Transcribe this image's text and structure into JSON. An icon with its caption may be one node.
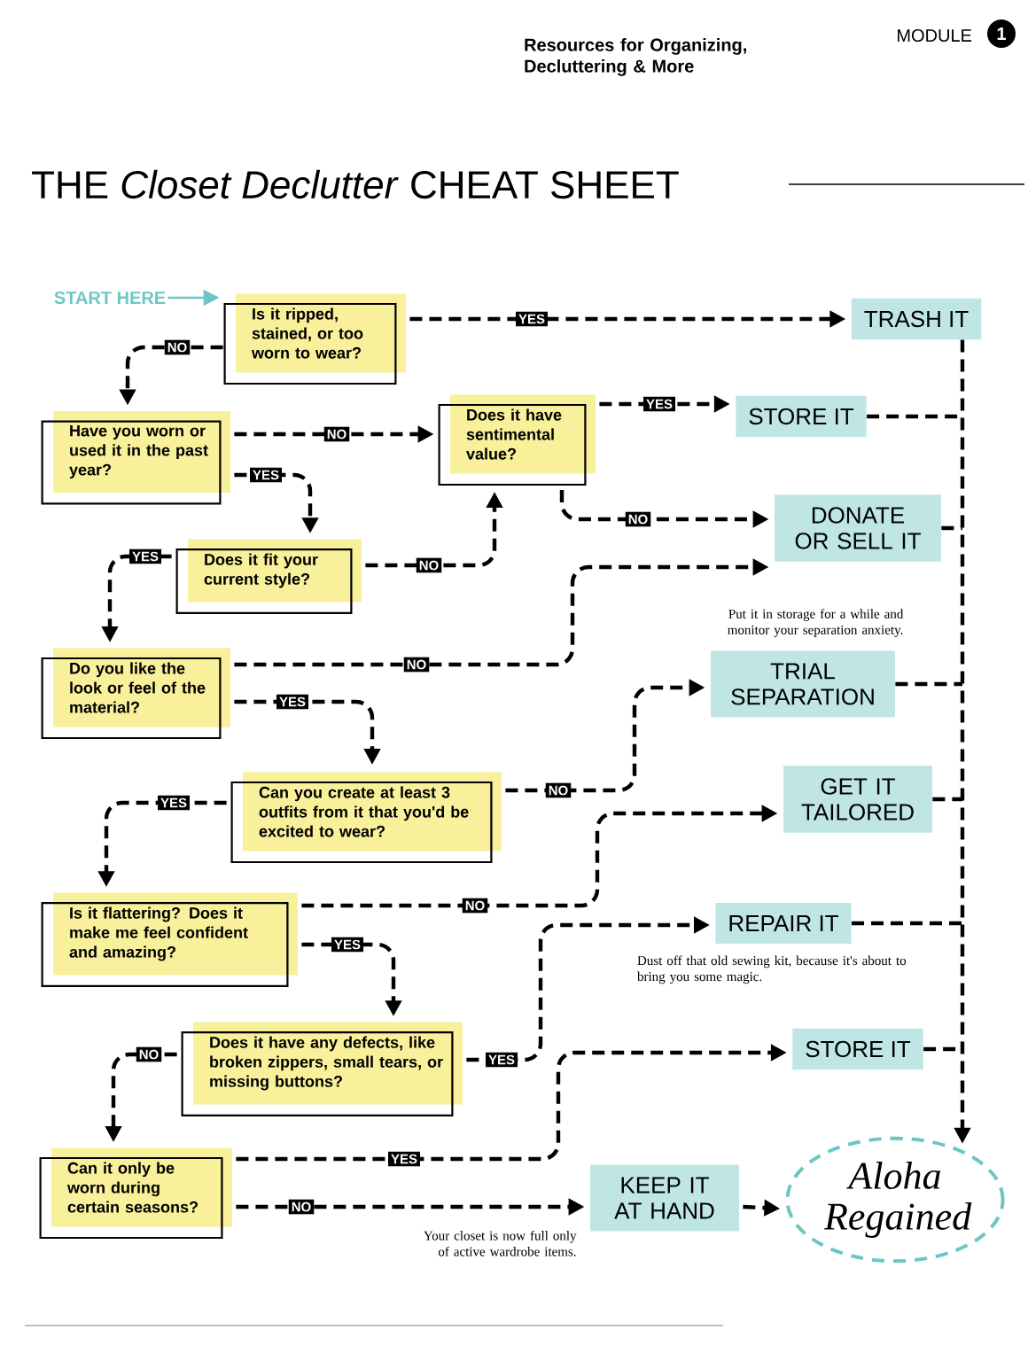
{
  "diagram": {
    "title": "THE *Closet Declutter* CHEAT SHEET",
    "nodes": [
      {
        "text": [
          "START HERE"
        ]
      },
      {
        "text": [
          "Is it ripped, stained, or too worn to wear?"
        ]
      },
      {
        "text": [
          "TRASH IT"
        ]
      },
      {
        "text": [
          "Have you worn or used it in the past year?"
        ]
      },
      {
        "text": [
          "Does it have sentimental value?"
        ]
      },
      {
        "text": [
          "STORE IT"
        ]
      },
      {
        "text": [
          "Does it fit your current style?"
        ]
      },
      {
        "text": [
          "DONATE OR SELL IT"
        ]
      },
      {
        "text": [
          "Do you like the look or feel of the material?"
        ]
      },
      {
        "text": [
          "TRIAL SEPARATION"
        ],
        "beside": [
          "Put it in storage for a while and monitor your separation anxiety."
        ]
      },
      {
        "text": [
          "Can you create at least 3 outfits from it that you'd be excited to wear?"
        ]
      },
      {
        "text": [
          "GET IT TAILORED"
        ]
      },
      {
        "text": [
          "Is it flattering? Does it make me feel confident and amazing?"
        ]
      },
      {
        "text": [
          "REPAIR IT"
        ],
        "beside": [
          "Dust off that old sewing kit, because it's about to bring you some magic."
        ]
      },
      {
        "text": [
          "Does it have any defects, like broken zippers, small tears, or missing buttons?"
        ]
      },
      {
        "text": [
          "STORE IT"
        ]
      },
      {
        "text": [
          "Can it only be worn during certain seasons?"
        ]
      },
      {
        "text": [
          "KEEP IT AT HAND"
        ],
        "beside": [
          "Your closet is now full only of active wardrobe items."
        ]
      },
      {
        "text": [
          "Aloha Regained"
        ]
      }
    ],
    "edges": [
      {
        "from": 0,
        "to": 1,
        "arrow": "to",
        "color": "#6ec6c4"
      },
      {
        "from": 1,
        "to": 2,
        "arrow": "to",
        "label": "YES",
        "style": "dashed"
      },
      {
        "from": 1,
        "to": 3,
        "arrow": "to",
        "label": "NO",
        "style": "dashed"
      },
      {
        "from": 3,
        "to": 4,
        "arrow": "to",
        "label": "NO",
        "style": "dashed"
      },
      {
        "from": 3,
        "to": 6,
        "arrow": "to",
        "label": "YES",
        "style": "dashed"
      },
      {
        "from": 4,
        "to": 5,
        "arrow": "to",
        "label": "YES",
        "style": "dashed"
      },
      {
        "from": 4,
        "to": 7,
        "arrow": "to",
        "label": "NO",
        "style": "dashed"
      },
      {
        "from": 6,
        "to": 8,
        "arrow": "to",
        "label": "YES",
        "style": "dashed"
      },
      {
        "from": 6,
        "to": 4,
        "arrow": "to",
        "label": "NO",
        "style": "dashed"
      },
      {
        "from": 8,
        "to": 7,
        "arrow": "to",
        "label": "NO",
        "style": "dashed"
      },
      {
        "from": 8,
        "to": 10,
        "arrow": "to",
        "label": "YES",
        "style": "dashed"
      },
      {
        "from": 10,
        "to": 9,
        "arrow": "to",
        "label": "NO",
        "style": "dashed"
      },
      {
        "from": 10,
        "to": 12,
        "arrow": "to",
        "label": "YES",
        "style": "dashed"
      },
      {
        "from": 12,
        "to": 11,
        "arrow": "to",
        "label": "NO",
        "style": "dashed"
      },
      {
        "from": 12,
        "to": 14,
        "arrow": "to",
        "label": "YES",
        "style": "dashed"
      },
      {
        "from": 14,
        "to": 13,
        "arrow": "to",
        "label": "YES",
        "style": "dashed"
      },
      {
        "from": 14,
        "to": 16,
        "arrow": "to",
        "label": "NO",
        "style": "dashed"
      },
      {
        "from": 16,
        "to": 15,
        "arrow": "to",
        "label": "YES",
        "style": "dashed"
      },
      {
        "from": 16,
        "to": 17,
        "arrow": "to",
        "label": "NO",
        "style": "dashed"
      },
      {
        "from": 17,
        "to": 18,
        "arrow": "to",
        "style": "dashed"
      },
      {
        "from": 2,
        "to": 18,
        "arrow": "to",
        "style": "dashed"
      },
      {
        "from": 5,
        "to": 18,
        "arrow": "to",
        "style": "dashed"
      },
      {
        "from": 7,
        "to": 18,
        "arrow": "to",
        "style": "dashed"
      },
      {
        "from": 9,
        "to": 18,
        "arrow": "to",
        "style": "dashed"
      },
      {
        "from": 11,
        "to": 18,
        "arrow": "to",
        "style": "dashed"
      },
      {
        "from": 13,
        "to": 18,
        "arrow": "to",
        "style": "dashed"
      },
      {
        "from": 15,
        "to": 18,
        "arrow": "to",
        "style": "dashed"
      }
    ],
    "labels": [
      "Resources for Organizing, Decluttering & More",
      "MODULE",
      "1"
    ]
  }
}
